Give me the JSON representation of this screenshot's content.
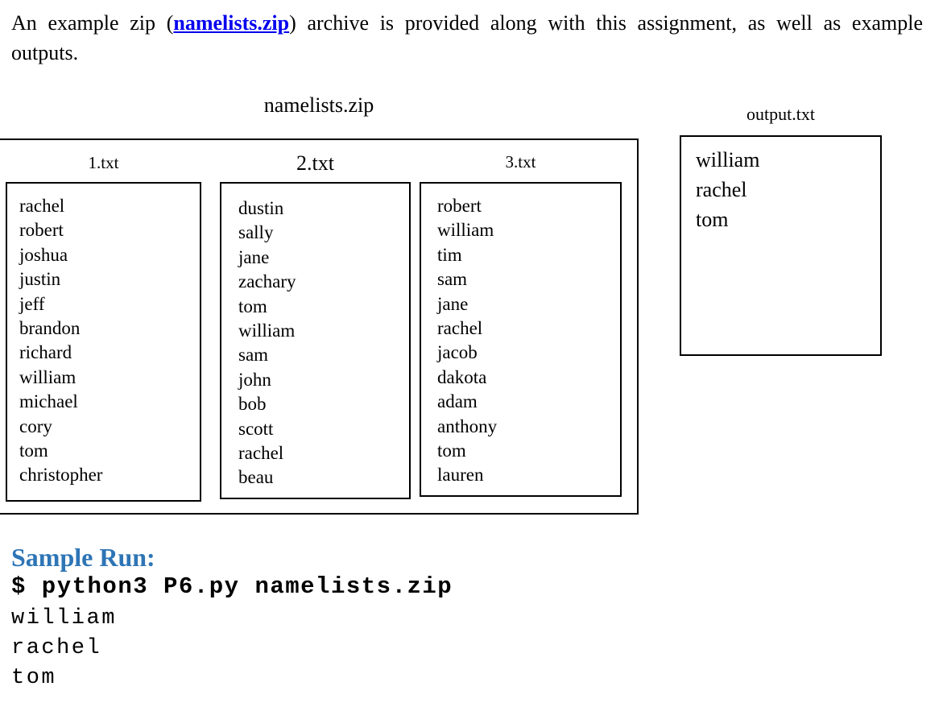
{
  "intro": {
    "before": "An example zip (",
    "link_text": "namelists.zip",
    "after": ") archive is provided along with this assignment, as well as example outputs."
  },
  "zip_diagram": {
    "title": "namelists.zip",
    "files": [
      {
        "label": "1.txt",
        "names": [
          "rachel",
          "robert",
          "joshua",
          "justin",
          "jeff",
          "brandon",
          "richard",
          "william",
          "michael",
          "cory",
          "tom",
          "christopher"
        ]
      },
      {
        "label": "2.txt",
        "names": [
          "dustin",
          "sally",
          "jane",
          "zachary",
          "tom",
          "william",
          "sam",
          "john",
          "bob",
          "scott",
          "rachel",
          "beau"
        ]
      },
      {
        "label": "3.txt",
        "names": [
          "robert",
          "william",
          "tim",
          "sam",
          "jane",
          "rachel",
          "jacob",
          "dakota",
          "adam",
          "anthony",
          "tom",
          "lauren"
        ]
      }
    ]
  },
  "output_file": {
    "label": "output.txt",
    "names": [
      "william",
      "rachel",
      "tom"
    ]
  },
  "sample_run": {
    "heading": "Sample Run:",
    "command": "$ python3 P6.py namelists.zip",
    "output_lines": [
      "william",
      "rachel",
      "tom"
    ]
  },
  "colors": {
    "link_blue": "#0000ee",
    "heading_blue": "#2e75b6",
    "border_black": "#000000"
  }
}
